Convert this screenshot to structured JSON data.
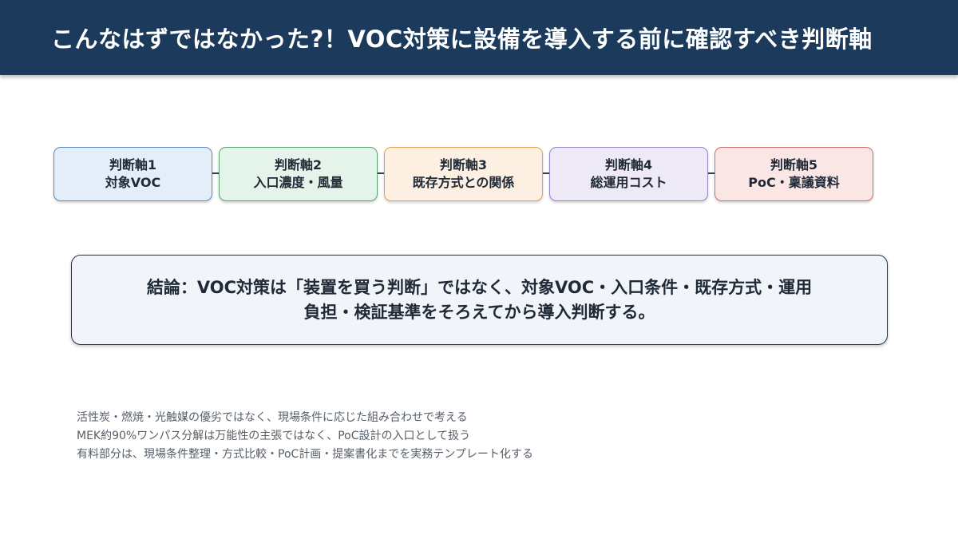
{
  "header": {
    "title": "こんなはずではなかった?！VOC対策に設備を導入する前に確認すべき判断軸"
  },
  "axes": [
    {
      "label": "判断軸1",
      "title": "対象VOC",
      "bg": "#e4eef9",
      "border": "#5b8bc0"
    },
    {
      "label": "判断軸2",
      "title": "入口濃度・風量",
      "bg": "#e5f4ea",
      "border": "#5aa472"
    },
    {
      "label": "判断軸3",
      "title": "既存方式との関係",
      "bg": "#fdefe2",
      "border": "#e0a35a"
    },
    {
      "label": "判断軸4",
      "title": "総運用コスト",
      "bg": "#eee9f6",
      "border": "#9a82c4"
    },
    {
      "label": "判断軸5",
      "title": "PoC・稟議資料",
      "bg": "#fbe6e6",
      "border": "#cf6e6e"
    }
  ],
  "conclusion": {
    "line1": "結論：VOC対策は「装置を買う判断」ではなく、対象VOC・入口条件・既存方式・運用",
    "line2": "負担・検証基準をそろえてから導入判断する。"
  },
  "notes": [
    "活性炭・燃焼・光触媒の優劣ではなく、現場条件に応じた組み合わせで考える",
    "MEK約90%ワンパス分解は万能性の主張ではなく、PoC設計の入口として扱う",
    "有料部分は、現場条件整理・方式比較・PoC計画・提案書化までを実務テンプレート化する"
  ]
}
